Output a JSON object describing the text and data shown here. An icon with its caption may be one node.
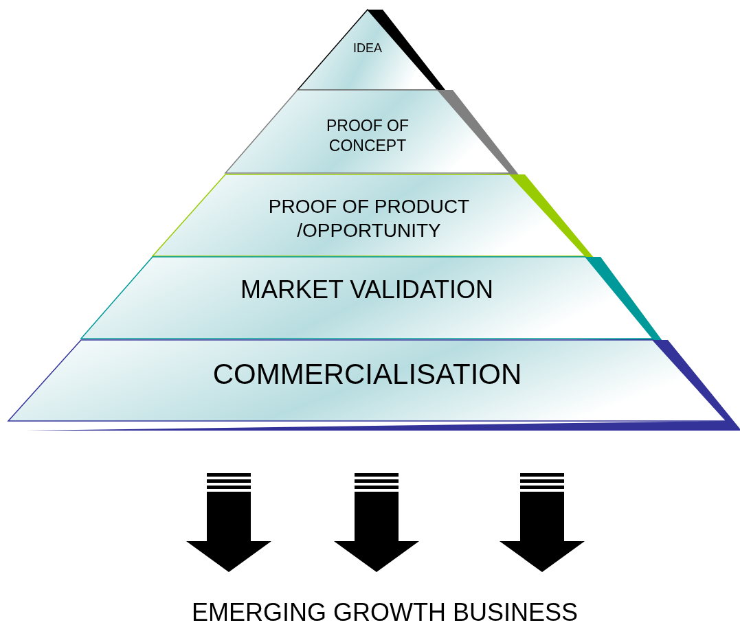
{
  "diagram": {
    "nodes": [
      {
        "text": [
          "IDEA"
        ]
      },
      {
        "text": [
          "PROOF OF CONCEPT"
        ]
      },
      {
        "text": [
          "PROOF OF PRODUCT /OPPORTUNITY"
        ]
      },
      {
        "text": [
          "MARKET VALIDATION"
        ]
      },
      {
        "text": [
          "COMMERCIALISATION"
        ]
      },
      {
        "text": [
          "EMERGING GROWTH BUSINESS"
        ]
      }
    ],
    "edges": [
      {
        "from": 4,
        "to": 5,
        "arrow": "to",
        "style": "thick"
      },
      {
        "from": 4,
        "to": 5,
        "arrow": "to",
        "style": "thick"
      },
      {
        "from": 4,
        "to": 5,
        "arrow": "to",
        "style": "thick"
      }
    ]
  }
}
